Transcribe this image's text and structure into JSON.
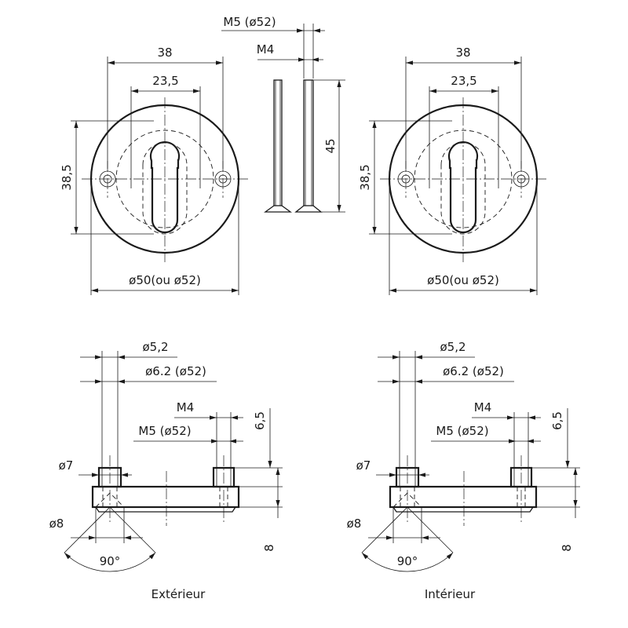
{
  "front_views": {
    "left": {
      "width_outer": "38",
      "width_inner": "23,5",
      "height": "38,5",
      "diameter": "ø50(ou ø52)"
    },
    "right": {
      "width_outer": "38",
      "width_inner": "23,5",
      "height": "38,5",
      "diameter": "ø50(ou ø52)"
    }
  },
  "screws": {
    "m5_label": "M5 (ø52)",
    "m4_label": "M4",
    "length": "45"
  },
  "side_views": {
    "left": {
      "d52": "ø5,2",
      "d62": "ø6.2 (ø52)",
      "m4": "M4",
      "h65": "6,5",
      "m5": "M5 (ø52)",
      "d7": "ø7",
      "d8": "ø8",
      "angle": "90°",
      "h8": "8",
      "caption": "Extérieur"
    },
    "right": {
      "d52": "ø5,2",
      "d62": "ø6.2 (ø52)",
      "m4": "M4",
      "h65": "6,5",
      "m5": "M5 (ø52)",
      "d7": "ø7",
      "d8": "ø8",
      "angle": "90°",
      "h8": "8",
      "caption": "Intérieur"
    }
  }
}
